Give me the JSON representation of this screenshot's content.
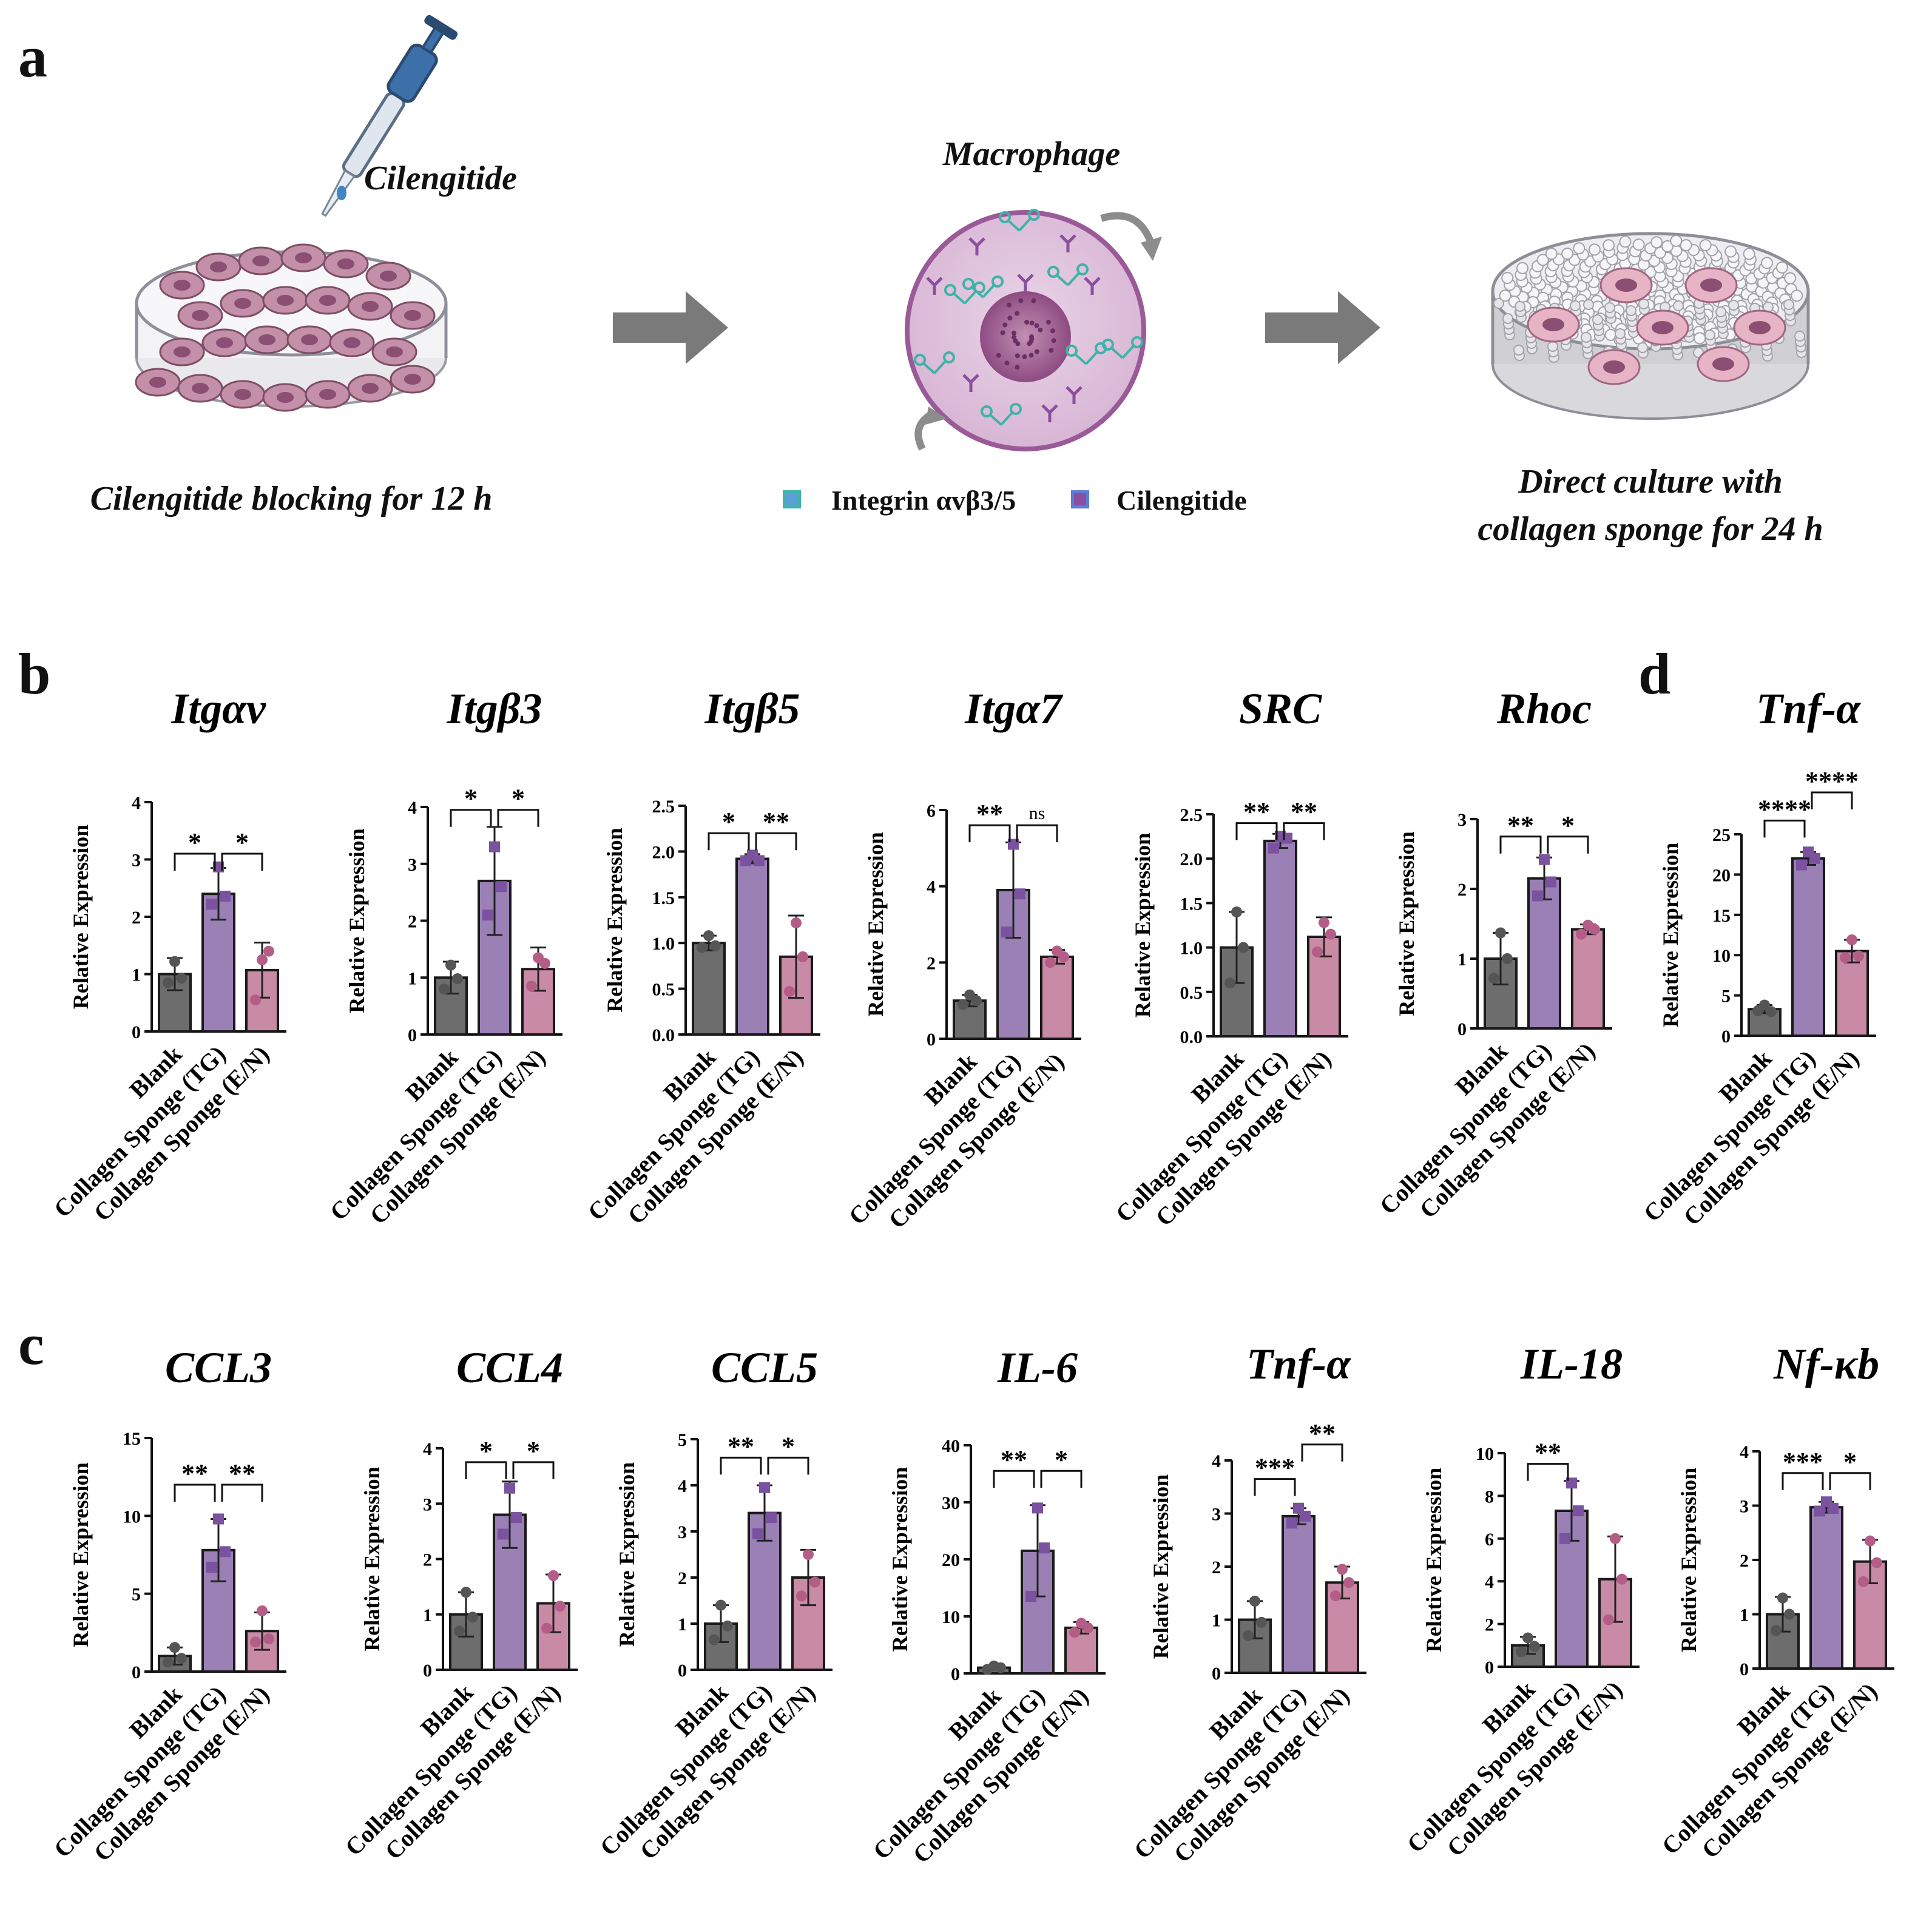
{
  "panel_labels": {
    "a": "a",
    "b": "b",
    "c": "c",
    "d": "d"
  },
  "schematic": {
    "drug_label": "Cilengitide",
    "step1_caption": "Cilengitide blocking for 12 h",
    "cell_label": "Macrophage",
    "legend": [
      {
        "label": "Integrin αvβ3/5",
        "color": "#3fb3a8"
      },
      {
        "label": "Cilengitide",
        "color": "#8a4f9e"
      }
    ],
    "step3_caption_line1": "Direct culture with",
    "step3_caption_line2": "collagen sponge for 24 h"
  },
  "colors": {
    "blank": "#6d6d6d",
    "tg": "#9a80b5",
    "en": "#c98aa6",
    "blank_dot": "#555555",
    "tg_dot": "#7a52a0",
    "en_dot": "#b45d86"
  },
  "chart_data": [
    {
      "type": "bar",
      "panel": "b",
      "title": "Itgαv",
      "ylabel": "Relative Expression",
      "categories": [
        "Blank",
        "Collagen Sponge (TG)",
        "Collagen Sponge (E/N)"
      ],
      "values": [
        1.0,
        2.4,
        1.07
      ],
      "errors": [
        0.28,
        0.45,
        0.48
      ],
      "points": [
        [
          1.22,
          0.85,
          0.93
        ],
        [
          2.87,
          2.22,
          2.36
        ],
        [
          1.25,
          0.55,
          1.4
        ]
      ],
      "ylim": [
        0,
        4
      ],
      "yticks": [
        "0",
        "1",
        "2",
        "3",
        "4"
      ],
      "significance": [
        {
          "from": 0,
          "to": 1,
          "label": "*",
          "level": 3.1
        },
        {
          "from": 1,
          "to": 2,
          "label": "*",
          "level": 3.1
        }
      ]
    },
    {
      "type": "bar",
      "panel": "b",
      "title": "Itgβ3",
      "ylabel": "Relative Expression",
      "categories": [
        "Blank",
        "Collagen Sponge (TG)",
        "Collagen Sponge (E/N)"
      ],
      "values": [
        1.0,
        2.7,
        1.15
      ],
      "errors": [
        0.28,
        0.95,
        0.38
      ],
      "points": [
        [
          1.22,
          0.8,
          0.98
        ],
        [
          3.3,
          2.1,
          2.6
        ],
        [
          1.35,
          0.85,
          1.25
        ]
      ],
      "ylim": [
        0,
        4
      ],
      "yticks": [
        "0",
        "1",
        "2",
        "3",
        "4"
      ],
      "significance": [
        {
          "from": 0,
          "to": 1,
          "label": "*",
          "level": 3.95
        },
        {
          "from": 1,
          "to": 2,
          "label": "*",
          "level": 3.95
        }
      ]
    },
    {
      "type": "bar",
      "panel": "b",
      "title": "Itgβ5",
      "ylabel": "Relative Expression",
      "categories": [
        "Blank",
        "Collagen Sponge (TG)",
        "Collagen Sponge (E/N)"
      ],
      "values": [
        1.0,
        1.92,
        0.85
      ],
      "errors": [
        0.08,
        0.05,
        0.45
      ],
      "points": [
        [
          1.08,
          0.95,
          0.97
        ],
        [
          1.96,
          1.9,
          1.9
        ],
        [
          1.22,
          0.47,
          0.85
        ]
      ],
      "ylim": [
        0,
        2.5
      ],
      "yticks": [
        "0.0",
        "0.5",
        "1.0",
        "1.5",
        "2.0",
        "2.5"
      ],
      "significance": [
        {
          "from": 0,
          "to": 1,
          "label": "*",
          "level": 2.2
        },
        {
          "from": 1,
          "to": 2,
          "label": "**",
          "level": 2.2
        }
      ]
    },
    {
      "type": "bar",
      "panel": "b",
      "title": "Itgα7",
      "ylabel": "Relative Expression",
      "categories": [
        "Blank",
        "Collagen Sponge (TG)",
        "Collagen Sponge (E/N)"
      ],
      "values": [
        1.0,
        3.9,
        2.15
      ],
      "errors": [
        0.15,
        1.25,
        0.18
      ],
      "points": [
        [
          1.15,
          0.9,
          1.0
        ],
        [
          5.1,
          2.8,
          3.8
        ],
        [
          2.3,
          2.0,
          2.15
        ]
      ],
      "ylim": [
        0,
        6
      ],
      "yticks": [
        "0",
        "2",
        "4",
        "6"
      ],
      "significance": [
        {
          "from": 0,
          "to": 1,
          "label": "**",
          "level": 5.6
        },
        {
          "from": 1,
          "to": 2,
          "label": "ns",
          "level": 5.6
        }
      ]
    },
    {
      "type": "bar",
      "panel": "b",
      "title": "SRC",
      "ylabel": "Relative Expression",
      "categories": [
        "Blank",
        "Collagen Sponge (TG)",
        "Collagen Sponge (E/N)"
      ],
      "values": [
        1.0,
        2.2,
        1.12
      ],
      "errors": [
        0.4,
        0.08,
        0.22
      ],
      "points": [
        [
          1.4,
          0.6,
          1.0
        ],
        [
          2.25,
          2.12,
          2.23
        ],
        [
          1.28,
          0.95,
          1.15
        ]
      ],
      "ylim": [
        0,
        2.5
      ],
      "yticks": [
        "0.0",
        "0.5",
        "1.0",
        "1.5",
        "2.0",
        "2.5"
      ],
      "significance": [
        {
          "from": 0,
          "to": 1,
          "label": "**",
          "level": 2.4
        },
        {
          "from": 1,
          "to": 2,
          "label": "**",
          "level": 2.4
        }
      ]
    },
    {
      "type": "bar",
      "panel": "b",
      "title": "Rhoc",
      "ylabel": "Relative Expression",
      "categories": [
        "Blank",
        "Collagen Sponge (TG)",
        "Collagen Sponge (E/N)"
      ],
      "values": [
        1.0,
        2.15,
        1.42
      ],
      "errors": [
        0.37,
        0.3,
        0.07
      ],
      "points": [
        [
          1.37,
          0.72,
          1.0
        ],
        [
          2.42,
          1.9,
          2.1
        ],
        [
          1.48,
          1.35,
          1.42
        ]
      ],
      "ylim": [
        0,
        3
      ],
      "yticks": [
        "0",
        "1",
        "2",
        "3"
      ],
      "significance": [
        {
          "from": 0,
          "to": 1,
          "label": "**",
          "level": 2.75
        },
        {
          "from": 1,
          "to": 2,
          "label": "*",
          "level": 2.75
        }
      ]
    },
    {
      "type": "bar",
      "panel": "d",
      "title": "Tnf-α",
      "ylabel": "Relative Expression",
      "categories": [
        "Blank",
        "Collagen Sponge (TG)",
        "Collagen Sponge (E/N)"
      ],
      "values": [
        3.3,
        22.0,
        10.5
      ],
      "errors": [
        0.5,
        0.8,
        1.4
      ],
      "points": [
        [
          3.8,
          3.1,
          3.0
        ],
        [
          22.8,
          21.2,
          22.0
        ],
        [
          11.9,
          9.7,
          9.9
        ]
      ],
      "ylim": [
        0,
        25
      ],
      "yticks": [
        "0",
        "5",
        "10",
        "15",
        "20",
        "25"
      ],
      "significance": [
        {
          "from": 0,
          "to": 1,
          "label": "****",
          "level": 26.7
        },
        {
          "from": 1,
          "to": 2,
          "label": "****",
          "level": 30.2
        }
      ]
    },
    {
      "type": "bar",
      "panel": "c",
      "title": "CCL3",
      "ylabel": "Relative Expression",
      "categories": [
        "Blank",
        "Collagen Sponge (TG)",
        "Collagen Sponge (E/N)"
      ],
      "values": [
        1.0,
        7.8,
        2.6
      ],
      "errors": [
        0.55,
        2.0,
        1.2
      ],
      "points": [
        [
          1.55,
          0.6,
          0.85
        ],
        [
          9.8,
          6.7,
          7.7
        ],
        [
          3.9,
          1.9,
          2.1
        ]
      ],
      "ylim": [
        0,
        15
      ],
      "yticks": [
        "0",
        "5",
        "10",
        "15"
      ],
      "significance": [
        {
          "from": 0,
          "to": 1,
          "label": "**",
          "level": 12.0
        },
        {
          "from": 1,
          "to": 2,
          "label": "**",
          "level": 12.0
        }
      ]
    },
    {
      "type": "bar",
      "panel": "c",
      "title": "CCL4",
      "ylabel": "Relative Expression",
      "categories": [
        "Blank",
        "Collagen Sponge (TG)",
        "Collagen Sponge (E/N)"
      ],
      "values": [
        1.0,
        2.8,
        1.2
      ],
      "errors": [
        0.4,
        0.6,
        0.52
      ],
      "points": [
        [
          1.4,
          0.7,
          0.95
        ],
        [
          3.28,
          2.45,
          2.75
        ],
        [
          1.7,
          0.75,
          1.15
        ]
      ],
      "ylim": [
        0,
        4
      ],
      "yticks": [
        "0",
        "1",
        "2",
        "3",
        "4"
      ],
      "significance": [
        {
          "from": 0,
          "to": 1,
          "label": "*",
          "level": 3.75
        },
        {
          "from": 1,
          "to": 2,
          "label": "*",
          "level": 3.75
        }
      ]
    },
    {
      "type": "bar",
      "panel": "c",
      "title": "CCL5",
      "ylabel": "Relative Expression",
      "categories": [
        "Blank",
        "Collagen Sponge (TG)",
        "Collagen Sponge (E/N)"
      ],
      "values": [
        1.0,
        3.4,
        2.0
      ],
      "errors": [
        0.4,
        0.6,
        0.6
      ],
      "points": [
        [
          1.4,
          0.65,
          0.95
        ],
        [
          3.95,
          2.95,
          3.3
        ],
        [
          2.5,
          1.6,
          1.9
        ]
      ],
      "ylim": [
        0,
        5
      ],
      "yticks": [
        "0",
        "1",
        "2",
        "3",
        "4",
        "5"
      ],
      "significance": [
        {
          "from": 0,
          "to": 1,
          "label": "**",
          "level": 4.6
        },
        {
          "from": 1,
          "to": 2,
          "label": "*",
          "level": 4.6
        }
      ]
    },
    {
      "type": "bar",
      "panel": "c",
      "title": "IL-6",
      "ylabel": "Relative Expression",
      "categories": [
        "Blank",
        "Collagen Sponge (TG)",
        "Collagen Sponge (E/N)"
      ],
      "values": [
        1.0,
        21.5,
        8.0
      ],
      "errors": [
        0.4,
        8.0,
        1.0
      ],
      "points": [
        [
          1.3,
          0.7,
          1.0
        ],
        [
          29.0,
          13.5,
          22.0
        ],
        [
          8.8,
          7.2,
          8.0
        ]
      ],
      "ylim": [
        0,
        40
      ],
      "yticks": [
        "0",
        "10",
        "20",
        "30",
        "40"
      ],
      "significance": [
        {
          "from": 0,
          "to": 1,
          "label": "**",
          "level": 35.5
        },
        {
          "from": 1,
          "to": 2,
          "label": "*",
          "level": 35.5
        }
      ]
    },
    {
      "type": "bar",
      "panel": "c",
      "title": "Tnf-α",
      "ylabel": "Relative Expression",
      "categories": [
        "Blank",
        "Collagen Sponge (TG)",
        "Collagen Sponge (E/N)"
      ],
      "values": [
        1.0,
        2.95,
        1.7
      ],
      "errors": [
        0.35,
        0.15,
        0.3
      ],
      "points": [
        [
          1.35,
          0.7,
          0.95
        ],
        [
          3.1,
          2.82,
          2.95
        ],
        [
          1.95,
          1.45,
          1.7
        ]
      ],
      "ylim": [
        0,
        4
      ],
      "yticks": [
        "0",
        "1",
        "2",
        "3",
        "4"
      ],
      "significance": [
        {
          "from": 0,
          "to": 1,
          "label": "***",
          "level": 3.65
        },
        {
          "from": 1,
          "to": 2,
          "label": "**",
          "level": 4.3
        }
      ]
    },
    {
      "type": "bar",
      "panel": "c",
      "title": "IL-18",
      "ylabel": "Relative Expression",
      "categories": [
        "Blank",
        "Collagen Sponge (TG)",
        "Collagen Sponge (E/N)"
      ],
      "values": [
        1.0,
        7.3,
        4.1
      ],
      "errors": [
        0.4,
        1.4,
        2.0
      ],
      "points": [
        [
          1.35,
          0.7,
          0.95
        ],
        [
          8.6,
          6.0,
          7.3
        ],
        [
          6.0,
          2.2,
          4.1
        ]
      ],
      "ylim": [
        0,
        10
      ],
      "yticks": [
        "0",
        "2",
        "4",
        "6",
        "8",
        "10"
      ],
      "significance": [
        {
          "from": 0,
          "to": 1,
          "label": "**",
          "level": 9.5
        }
      ]
    },
    {
      "type": "bar",
      "panel": "c",
      "title": "Nf-κb",
      "ylabel": "Relative Expression",
      "categories": [
        "Blank",
        "Collagen Sponge (TG)",
        "Collagen Sponge (E/N)"
      ],
      "values": [
        1.0,
        2.97,
        1.97
      ],
      "errors": [
        0.32,
        0.1,
        0.4
      ],
      "points": [
        [
          1.3,
          0.7,
          1.0
        ],
        [
          3.07,
          2.9,
          2.95
        ],
        [
          2.35,
          1.6,
          1.95
        ]
      ],
      "ylim": [
        0,
        4
      ],
      "yticks": [
        "0",
        "1",
        "2",
        "3",
        "4"
      ],
      "significance": [
        {
          "from": 0,
          "to": 1,
          "label": "***",
          "level": 3.6
        },
        {
          "from": 1,
          "to": 2,
          "label": "*",
          "level": 3.6
        }
      ]
    }
  ]
}
